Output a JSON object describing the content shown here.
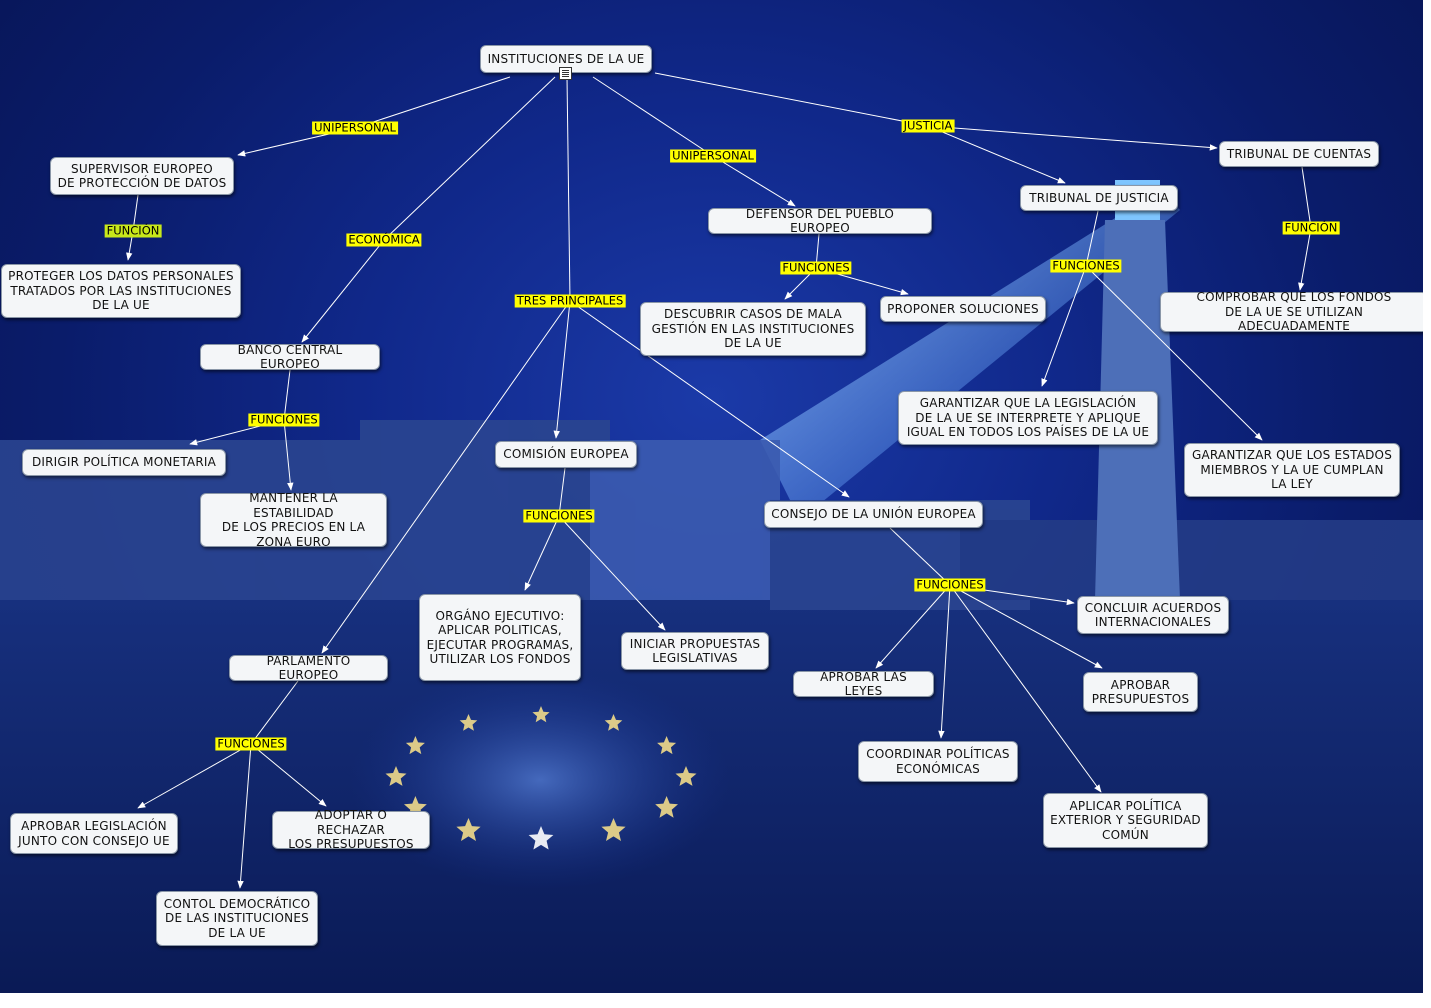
{
  "nodes": [
    {
      "id": "root",
      "text": "INSTITUCIONES DE LA UE"
    },
    {
      "id": "supervisor",
      "text": "SUPERVISOR EUROPEO\nDE PROTECCIÓN DE DATOS"
    },
    {
      "id": "proteger",
      "text": "PROTEGER LOS DATOS PERSONALES\nTRATADOS POR LAS INSTITUCIONES\nDE LA UE"
    },
    {
      "id": "banco",
      "text": "BANCO CENTRAL EUROPEO"
    },
    {
      "id": "dirigir",
      "text": "DIRIGIR POLÍTICA MONETARIA"
    },
    {
      "id": "mantener",
      "text": "MANTENER LA ESTABILIDAD\nDE LOS PRECIOS EN LA\nZONA EURO"
    },
    {
      "id": "comision",
      "text": "COMISIÓN EUROPEA"
    },
    {
      "id": "organo",
      "text": "ORGÁNO EJECUTIVO:\nAPLICAR POLITICAS,\nEJECUTAR PROGRAMAS,\nUTILIZAR LOS FONDOS"
    },
    {
      "id": "iniciar",
      "text": "INICIAR PROPUESTAS\nLEGISLATIVAS"
    },
    {
      "id": "parlamento",
      "text": "PARLAMENTO EUROPEO"
    },
    {
      "id": "aprobar_leg",
      "text": "APROBAR LEGISLACIÓN\nJUNTO CON CONSEJO UE"
    },
    {
      "id": "adoptar",
      "text": "ADOPTAR O RECHAZAR\nLOS PRESUPUESTOS"
    },
    {
      "id": "control",
      "text": "CONTOL DEMOCRÁTICO\nDE LAS INSTITUCIONES\nDE LA UE"
    },
    {
      "id": "defensor",
      "text": "DEFENSOR DEL PUEBLO EUROPEO"
    },
    {
      "id": "descubrir",
      "text": "DESCUBRIR CASOS DE MALA\nGESTIÓN EN LAS INSTITUCIONES\nDE LA UE"
    },
    {
      "id": "proponer",
      "text": "PROPONER SOLUCIONES"
    },
    {
      "id": "consejo",
      "text": "CONSEJO DE LA UNIÓN EUROPEA"
    },
    {
      "id": "concluir",
      "text": "CONCLUIR ACUERDOS\nINTERNACIONALES"
    },
    {
      "id": "aprobar_leyes",
      "text": "APROBAR LAS LEYES"
    },
    {
      "id": "aprobar_pres",
      "text": "APROBAR\nPRESUPUESTOS"
    },
    {
      "id": "coordinar",
      "text": "COORDINAR POLÍTICAS\nECONÓMICAS"
    },
    {
      "id": "aplicar",
      "text": "APLICAR POLÍTICA\nEXTERIOR Y SEGURIDAD\nCOMÚN"
    },
    {
      "id": "tribunal_justicia",
      "text": "TRIBUNAL DE JUSTICIA"
    },
    {
      "id": "garantizar_leg",
      "text": "GARANTIZAR QUE LA LEGISLACIÓN\nDE LA UE SE INTERPRETE Y APLIQUE\nIGUAL EN TODOS LOS PAÍSES DE LA UE"
    },
    {
      "id": "garantizar_est",
      "text": "GARANTIZAR QUE LOS ESTADOS\nMIEMBROS Y LA UE CUMPLAN\nLA LEY"
    },
    {
      "id": "tribunal_cuentas",
      "text": "TRIBUNAL DE CUENTAS"
    },
    {
      "id": "comprobar",
      "text": "COMPROBAR QUE LOS FONDOS\nDE LA UE SE UTILIZAN ADECUADAMENTE"
    }
  ],
  "labels": [
    {
      "id": "l_unip1",
      "text": "UNIPERSONAL"
    },
    {
      "id": "l_funcion1",
      "text": "FUNCIÓN"
    },
    {
      "id": "l_economica",
      "text": "ECONÓMICA"
    },
    {
      "id": "l_funciones_banco",
      "text": "FUNCIONES"
    },
    {
      "id": "l_tres",
      "text": "TRES PRINCIPALES"
    },
    {
      "id": "l_funciones_com",
      "text": "FUNCIONES"
    },
    {
      "id": "l_funciones_par",
      "text": "FUNCIONES"
    },
    {
      "id": "l_unip2",
      "text": "UNIPERSONAL"
    },
    {
      "id": "l_funciones_def",
      "text": "FUNCIONES"
    },
    {
      "id": "l_justicia",
      "text": "JUSTICIA"
    },
    {
      "id": "l_funciones_tj",
      "text": "FUNCIONES"
    },
    {
      "id": "l_funcion2",
      "text": "FUNCIÓN"
    },
    {
      "id": "l_funciones_con",
      "text": "FUNCIONES"
    }
  ]
}
